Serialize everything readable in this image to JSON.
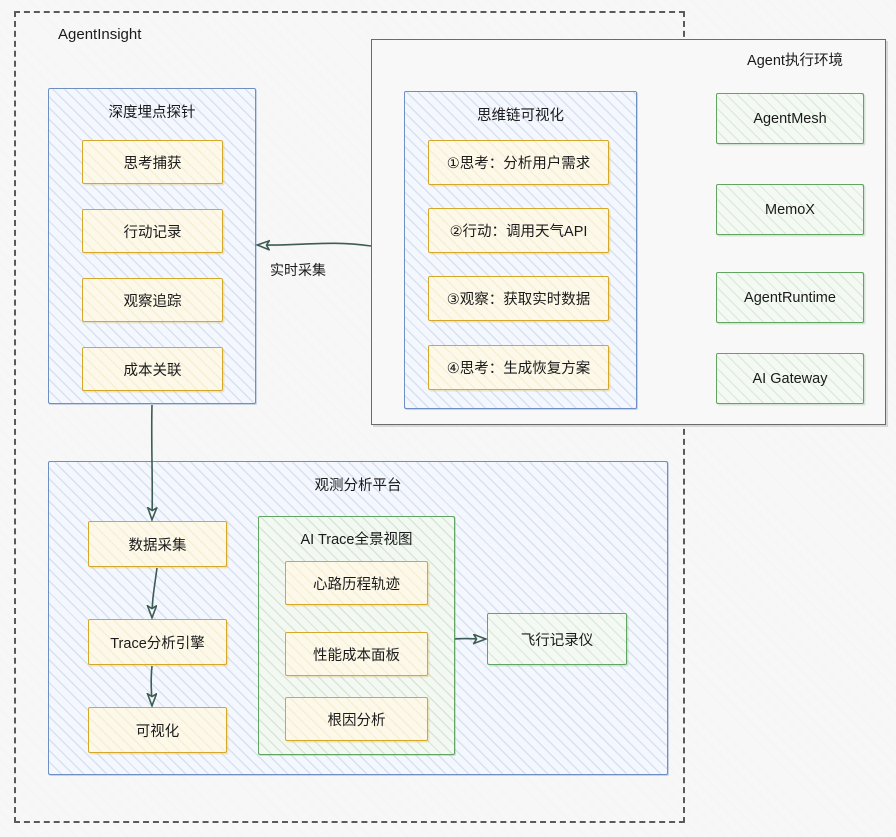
{
  "diagram": {
    "boundary": {
      "label": "AgentInsight",
      "style": "dashed",
      "color": "#5a5a5a"
    },
    "colors": {
      "blue_border": "#6d8fc4",
      "blue_fill": "#f4f8fe",
      "green_border": "#62a462",
      "green_fill": "#f3f8f3",
      "yellow_border": "#d6a829",
      "yellow_fill": "#fdf9ea",
      "gray_border": "#6b6b6b",
      "arrow": "#3d5c55",
      "page_background": "#f7f7f7"
    },
    "groups": {
      "probe": {
        "title": "深度埋点探针",
        "items": [
          {
            "label": "思考捕获"
          },
          {
            "label": "行动记录"
          },
          {
            "label": "观察追踪"
          },
          {
            "label": "成本关联"
          }
        ]
      },
      "chain_of_thought": {
        "title": "思维链可视化",
        "items": [
          {
            "label": "①思考：分析用户需求"
          },
          {
            "label": "②行动：调用天气API"
          },
          {
            "label": "③观察：获取实时数据"
          },
          {
            "label": "④思考：生成恢复方案"
          }
        ]
      },
      "agent_runtime_env": {
        "title": "Agent执行环境",
        "items": [
          {
            "label": "AgentMesh"
          },
          {
            "label": "MemoX"
          },
          {
            "label": "AgentRuntime"
          },
          {
            "label": "AI Gateway"
          }
        ]
      },
      "observability_platform": {
        "title": "观测分析平台",
        "pipeline": [
          {
            "label": "数据采集"
          },
          {
            "label": "Trace分析引擎"
          },
          {
            "label": "可视化"
          }
        ],
        "trace_view": {
          "title": "AI Trace全景视图",
          "items": [
            {
              "label": "心路历程轨迹"
            },
            {
              "label": "性能成本面板"
            },
            {
              "label": "根因分析"
            }
          ]
        },
        "flight_recorder": {
          "label": "飞行记录仪"
        }
      }
    },
    "edges": [
      {
        "label": "实时采集",
        "from": "agent-runtime-env",
        "to": "probe"
      },
      {
        "label": "",
        "from": "probe",
        "to": "数据采集"
      },
      {
        "label": "",
        "from": "数据采集",
        "to": "Trace分析引擎"
      },
      {
        "label": "",
        "from": "Trace分析引擎",
        "to": "可视化"
      },
      {
        "label": "",
        "from": "AI Trace全景视图",
        "to": "飞行记录仪"
      }
    ]
  }
}
